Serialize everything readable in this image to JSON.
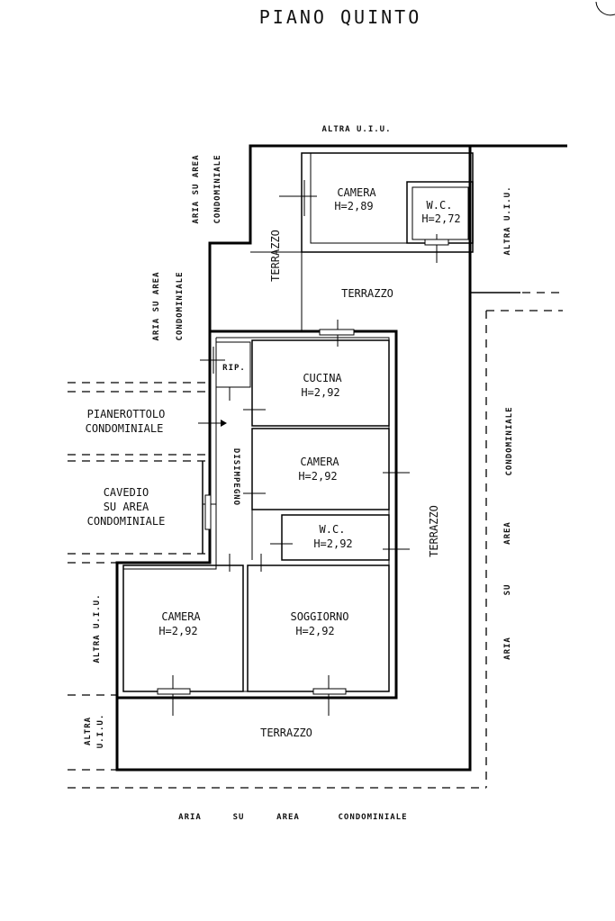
{
  "title": "PIANO QUINTO",
  "rooms": {
    "camera_top": {
      "name": "CAMERA",
      "height": "H=2,89"
    },
    "wc_top": {
      "name": "W.C.",
      "height": "H=2,72"
    },
    "cucina": {
      "name": "CUCINA",
      "height": "H=2,92"
    },
    "camera_mid": {
      "name": "CAMERA",
      "height": "H=2,92"
    },
    "wc_mid": {
      "name": "W.C.",
      "height": "H=2,92"
    },
    "camera_left": {
      "name": "CAMERA",
      "height": "H=2,92"
    },
    "soggiorno": {
      "name": "SOGGIORNO",
      "height": "H=2,92"
    },
    "rip": "RIP.",
    "disimpegno": "DISIMPEGNO"
  },
  "terraces": {
    "left_vertical": "TERRAZZO",
    "top": "TERRAZZO",
    "right_vertical": "TERRAZZO",
    "bottom": "TERRAZZO"
  },
  "surroundings": {
    "top": "ALTRA U.I.U.",
    "right_upper": "ALTRA U.I.U.",
    "left_upper_1": [
      "ARIA SU AREA",
      "CONDOMINIALE"
    ],
    "left_upper_2": [
      "ARIA SU AREA",
      "CONDOMINIALE"
    ],
    "pianerottolo": [
      "PIANEROTTOLO",
      "CONDOMINIALE"
    ],
    "cavedio": [
      "CAVEDIO",
      "SU AREA",
      "CONDOMINIALE"
    ],
    "left_lower": "ALTRA U.I.U.",
    "left_bottom": [
      "ALTRA",
      "U.I.U."
    ],
    "right": {
      "vertical_1": "CONDOMINIALE",
      "vertical_2": "AREA",
      "vertical_3": "SU",
      "vertical_4": "ARIA"
    },
    "bottom": [
      "ARIA",
      "SU",
      "AREA",
      "CONDOMINIALE"
    ]
  }
}
